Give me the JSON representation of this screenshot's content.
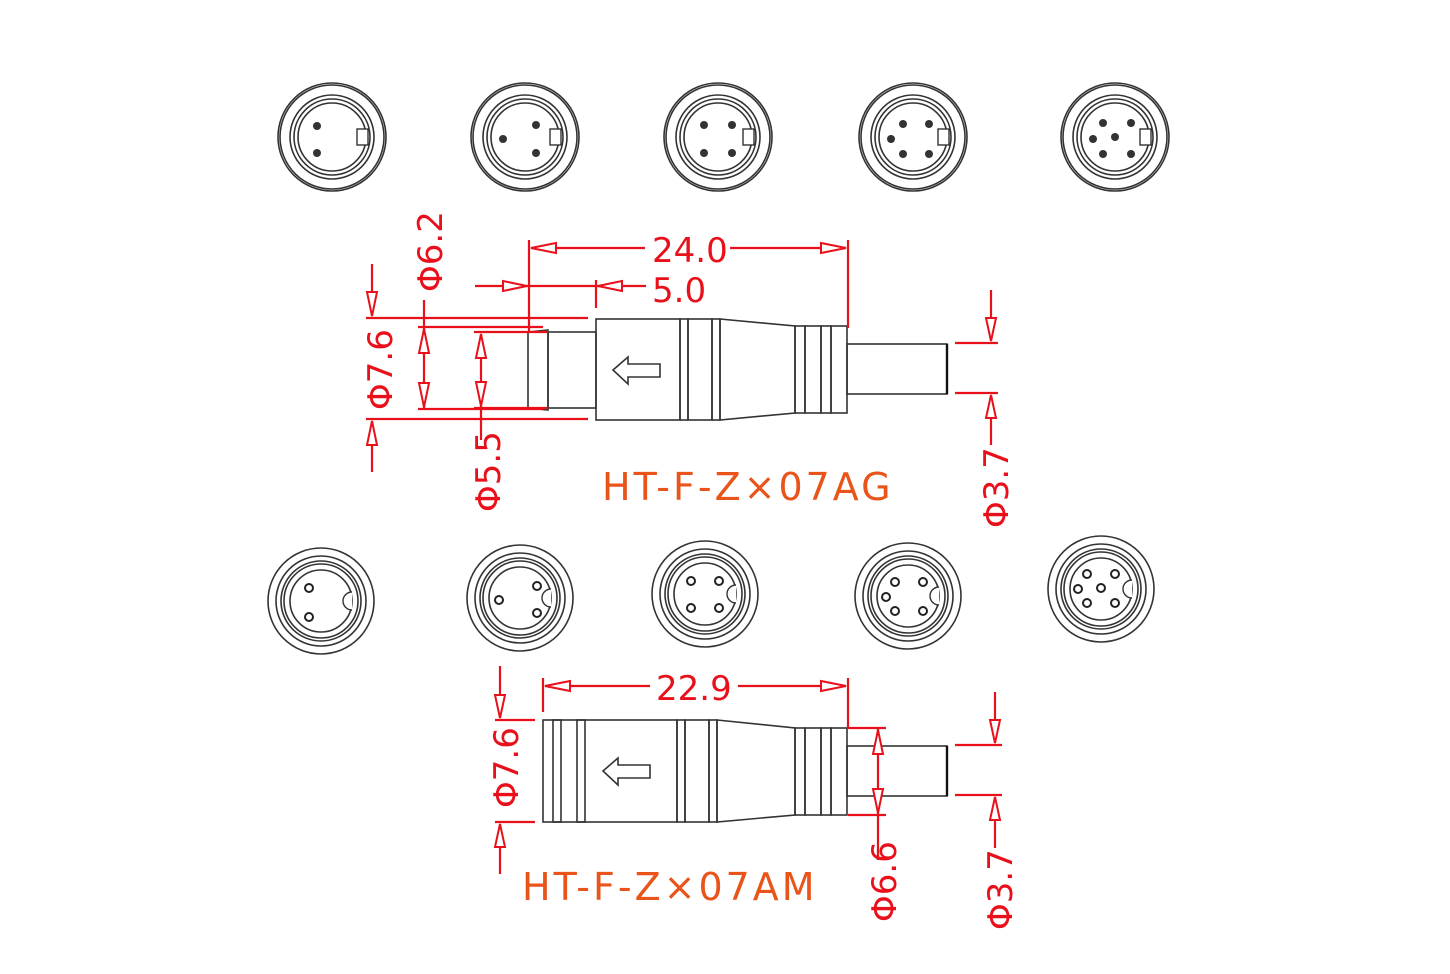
{
  "drawing": {
    "colors": {
      "dimension": "#e8101a",
      "label": "#e8541a",
      "outline": "#333333",
      "background": "#ffffff"
    },
    "top_row": {
      "type": "female-face-views",
      "connectors": [
        {
          "pins": 2
        },
        {
          "pins": 3
        },
        {
          "pins": 4
        },
        {
          "pins": 5
        },
        {
          "pins": 6
        }
      ]
    },
    "part_ag": {
      "label": "HT-F-Z×07AG",
      "dimensions": {
        "overall_length": "24.0",
        "front_length": "5.0",
        "outer_dia": "Φ7.6",
        "mid_dia": "Φ6.2",
        "inner_dia": "Φ5.5",
        "cable_dia": "Φ3.7"
      },
      "arrow_icon": "left-arrow"
    },
    "bottom_row": {
      "type": "male-face-views",
      "connectors": [
        {
          "pins": 2
        },
        {
          "pins": 3
        },
        {
          "pins": 4
        },
        {
          "pins": 5
        },
        {
          "pins": 6
        }
      ]
    },
    "part_am": {
      "label": "HT-F-Z×07AM",
      "dimensions": {
        "overall_length": "22.9",
        "outer_dia": "Φ7.6",
        "rear_dia": "Φ6.6",
        "cable_dia": "Φ3.7"
      },
      "arrow_icon": "left-arrow"
    }
  }
}
